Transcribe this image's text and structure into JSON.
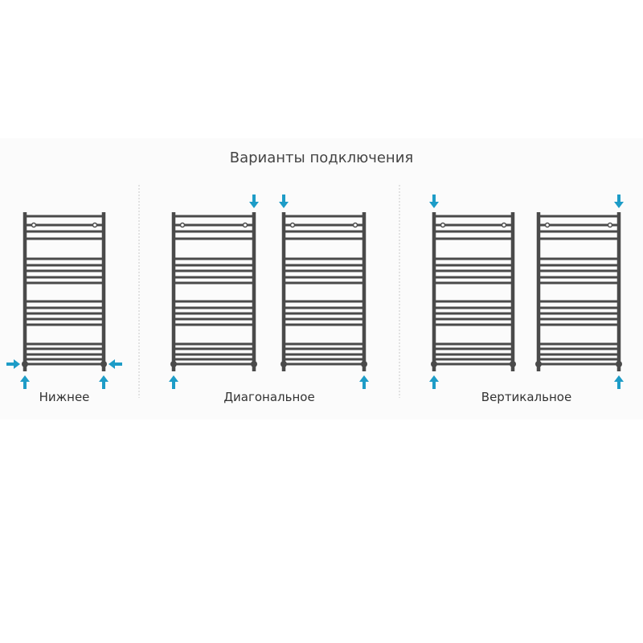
{
  "title": "Варианты подключения",
  "colors": {
    "rail": "#4a4a4a",
    "arrow": "#1d9cc7",
    "separator": "#c8c8c8"
  },
  "groups": [
    {
      "label": "Нижнее",
      "radiators": [
        {
          "connections": [
            "left-bottom-side",
            "left-bottom-up",
            "right-bottom-side",
            "right-bottom-up"
          ]
        }
      ]
    },
    {
      "label": "Диагональное",
      "radiators": [
        {
          "connections": [
            "right-top-down",
            "left-bottom-up"
          ]
        },
        {
          "connections": [
            "left-top-down",
            "right-bottom-up"
          ]
        }
      ]
    },
    {
      "label": "Вертикальное",
      "radiators": [
        {
          "connections": [
            "left-top-down",
            "left-bottom-up"
          ]
        },
        {
          "connections": [
            "right-top-down",
            "right-bottom-up"
          ]
        }
      ]
    }
  ]
}
